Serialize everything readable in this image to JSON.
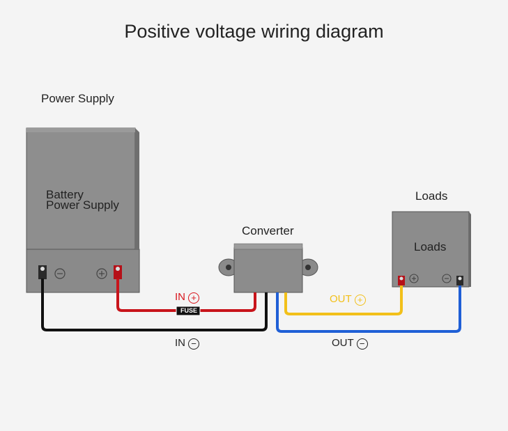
{
  "title": "Positive voltage wiring diagram",
  "power_supply": {
    "heading": "Power Supply",
    "body_line1": "Battery",
    "body_line2": "Power Supply",
    "neg_symbol": "⊖",
    "pos_symbol": "⊕"
  },
  "converter": {
    "heading": "Converter"
  },
  "loads": {
    "heading": "Loads",
    "body": "Loads",
    "pos_symbol": "⊕",
    "neg_symbol": "⊖"
  },
  "wires": {
    "in_pos": {
      "label": "IN",
      "symbol": "+",
      "color": "#d8141b"
    },
    "in_neg": {
      "label": "IN",
      "symbol": "−",
      "color": "#111111"
    },
    "out_pos": {
      "label": "OUT",
      "symbol": "+",
      "color": "#f2c01a"
    },
    "out_neg": {
      "label": "OUT",
      "symbol": "−",
      "color": "#1f5fd6"
    },
    "fuse_label": "FUSE"
  },
  "colors": {
    "box_gray": "#8c8c8c",
    "box_dark": "#6f6f6f",
    "red_wire": "#c8141b",
    "black_wire": "#111111",
    "yellow_wire": "#f2c01a",
    "blue_wire": "#1f5fd6"
  }
}
